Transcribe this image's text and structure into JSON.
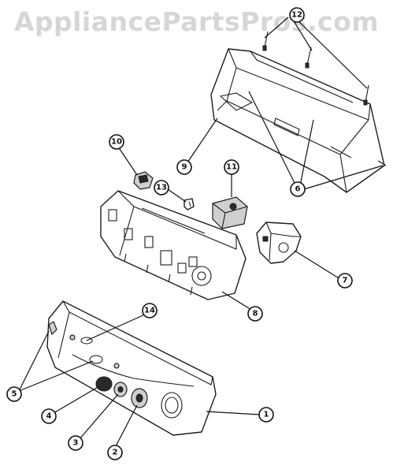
{
  "watermark": "AppliancePartsPros.com",
  "callouts": [
    {
      "label": "12",
      "part": "screws"
    },
    {
      "label": "9",
      "part": "console-housing"
    },
    {
      "label": "6",
      "part": "screws-lower"
    },
    {
      "label": "10",
      "part": "switch"
    },
    {
      "label": "11",
      "part": "timer-block"
    },
    {
      "label": "13",
      "part": "small-clip"
    },
    {
      "label": "7",
      "part": "timer-bracket"
    },
    {
      "label": "8",
      "part": "control-board-panel"
    },
    {
      "label": "14",
      "part": "selector-lens"
    },
    {
      "label": "5",
      "part": "end-cap-buttons"
    },
    {
      "label": "4",
      "part": "round-button"
    },
    {
      "label": "3",
      "part": "knob-small"
    },
    {
      "label": "2",
      "part": "knob-large"
    },
    {
      "label": "1",
      "part": "front-console-panel"
    }
  ]
}
